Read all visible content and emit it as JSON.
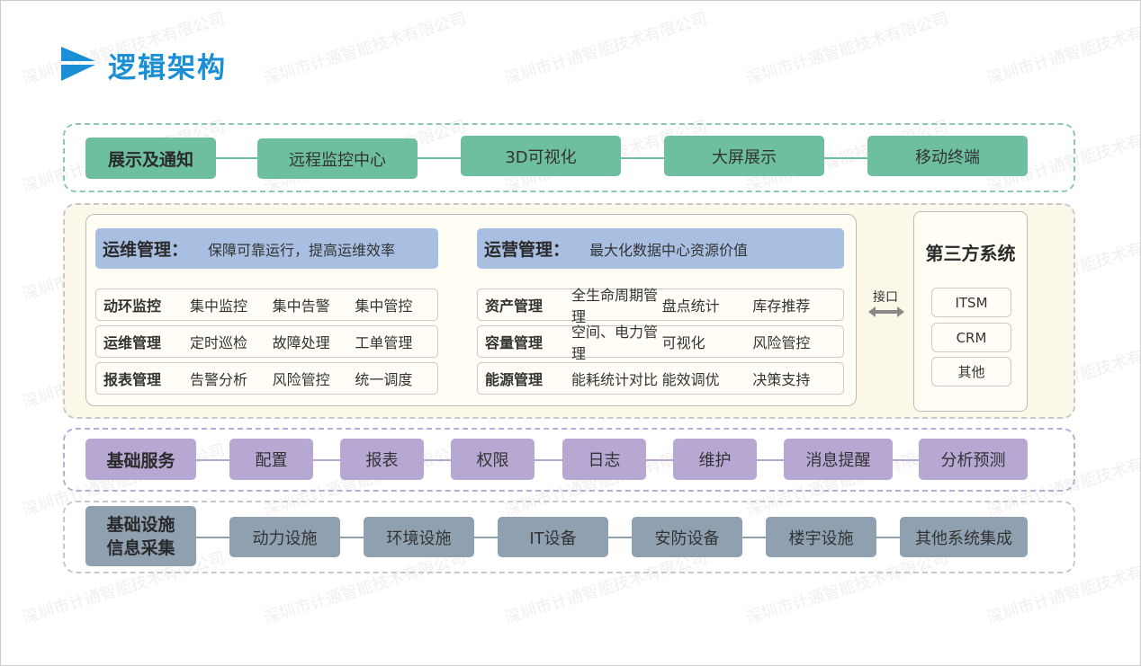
{
  "title": "逻辑架构",
  "watermark": "深圳市计通智能技术有限公司",
  "display": {
    "label": "展示及通知",
    "items": [
      "远程监控中心",
      "3D可视化",
      "大屏展示",
      "移动终端"
    ]
  },
  "ops": {
    "title": "运维管理：",
    "subtitle": "保障可靠运行，提高运维效率",
    "rows": [
      {
        "name": "动环监控",
        "items": [
          "集中监控",
          "集中告警",
          "集中管控"
        ]
      },
      {
        "name": "运维管理",
        "items": [
          "定时巡检",
          "故障处理",
          "工单管理"
        ]
      },
      {
        "name": "报表管理",
        "items": [
          "告警分析",
          "风险管控",
          "统一调度"
        ]
      }
    ]
  },
  "biz": {
    "title": "运营管理：",
    "subtitle": "最大化数据中心资源价值",
    "rows": [
      {
        "name": "资产管理",
        "items": [
          "全生命周期管理",
          "盘点统计",
          "库存推荐"
        ]
      },
      {
        "name": "容量管理",
        "items": [
          "空间、电力管理",
          "可视化",
          "风险管控"
        ]
      },
      {
        "name": "能源管理",
        "items": [
          "能耗统计对比",
          "能效调优",
          "决策支持"
        ]
      }
    ]
  },
  "interface": "接口",
  "third": {
    "title": "第三方系统",
    "items": [
      "ITSM",
      "CRM",
      "其他"
    ]
  },
  "services": {
    "label": "基础服务",
    "items": [
      "配置",
      "报表",
      "权限",
      "日志",
      "维护",
      "消息提醒",
      "分析预测"
    ]
  },
  "infra": {
    "label": "基础设施\n信息采集",
    "items": [
      "动力设施",
      "环境设施",
      "IT设备",
      "安防设备",
      "楼宇设施",
      "其他系统集成"
    ]
  }
}
